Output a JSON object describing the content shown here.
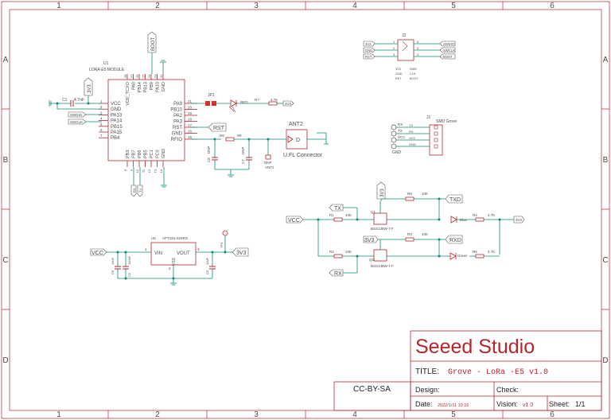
{
  "frame": {
    "columns": [
      "1",
      "2",
      "3",
      "4",
      "5",
      "6"
    ],
    "rows": [
      "A",
      "B",
      "C",
      "D"
    ]
  },
  "title_block": {
    "company": "Seeed Studio",
    "title_label": "TITLE:",
    "title_value": "Grove - LoRa -E5 v1.0",
    "license": "CC-BY-SA",
    "design_label": "Design:",
    "check_label": "Check:",
    "date_label": "Date:",
    "date_value": "2022/1/11 10:16",
    "vision_label": "Vision:",
    "vision_value": "v1.0",
    "sheet_label": "Sheet:",
    "sheet_value": "1/1"
  },
  "u1": {
    "ref": "U1",
    "name": "LORA-E5 MODULE",
    "left_pins": [
      {
        "num": "1",
        "name": "VCC"
      },
      {
        "num": "2",
        "name": "GND"
      },
      {
        "num": "3",
        "name": "PA13"
      },
      {
        "num": "4",
        "name": "PA14"
      },
      {
        "num": "5",
        "name": "PB15"
      },
      {
        "num": "6",
        "name": "PA15"
      },
      {
        "num": "7",
        "name": "PB4"
      }
    ],
    "right_pins": [
      {
        "num": "21",
        "name": "PA9"
      },
      {
        "num": "20",
        "name": "PB10"
      },
      {
        "num": "19",
        "name": "PA2"
      },
      {
        "num": "18",
        "name": "PA3"
      },
      {
        "num": "17",
        "name": "RST"
      },
      {
        "num": "16",
        "name": "GND"
      },
      {
        "num": "15",
        "name": "RFIO"
      }
    ],
    "top_pins": [
      {
        "num": "28",
        "name": "VDD_TCXO"
      },
      {
        "num": "27",
        "name": "PA0"
      },
      {
        "num": "26",
        "name": "PB14"
      },
      {
        "num": "25",
        "name": "PB13"
      },
      {
        "num": "24",
        "name": "PB9"
      },
      {
        "num": "23",
        "name": "PA10"
      },
      {
        "num": "22",
        "name": "GND"
      }
    ],
    "bottom_pins": [
      {
        "num": "8",
        "name": "PB3"
      },
      {
        "num": "9",
        "name": "PB7"
      },
      {
        "num": "10",
        "name": "PB6"
      },
      {
        "num": "11",
        "name": "PB5"
      },
      {
        "num": "12",
        "name": "PC1"
      },
      {
        "num": "13",
        "name": "PC0"
      },
      {
        "num": "14",
        "name": "GND"
      }
    ]
  },
  "labels": {
    "boot": "BOOT",
    "v3_top": "3V3",
    "c1": "C1",
    "c1_val": "4.7nF",
    "swdio": "SWDIO",
    "swclk": "SWCLK",
    "jp1": "JP1",
    "d_red": "RED",
    "r7": "R7",
    "r7_val": "4.7K",
    "v3_red": "3V3",
    "rst": "RST",
    "r6": "R6",
    "r6_val": "0R",
    "c8": "C8",
    "c7": "C7",
    "c8_val": "DNP",
    "c7_val": "DNP",
    "ant1": "ANT1",
    "ant1_val": "DNP",
    "ant2": "ANT2",
    "ant2_label": "U.FL Connector",
    "d_sym": "D",
    "rx_lbl": "RX",
    "tx_lbl": "TX"
  },
  "j2": {
    "ref": "J2",
    "left": [
      "3V3",
      "GND",
      "RST"
    ],
    "right": [
      "SWDIO",
      "SWCLK",
      "BOOT"
    ],
    "nums_left": [
      "1",
      "2",
      "3"
    ],
    "nums_right": [
      "6",
      "5",
      "4"
    ],
    "bottom_labels": [
      "3V3",
      "GND",
      "RST",
      "SWD",
      "CLK",
      "BOOT"
    ]
  },
  "j1": {
    "ref": "J1",
    "name": "SMD Grove",
    "pins": [
      "TX",
      "RX",
      "VCC",
      "GND"
    ],
    "net_labels": [
      "RX",
      "TX",
      "VCC",
      "GND"
    ]
  },
  "level_shifter": {
    "vcc": "VCC",
    "tx": "TX",
    "rx": "RX",
    "v3_1": "3V3",
    "v3_2": "3V3",
    "txd": "TXD",
    "rxd": "RXD",
    "r1": "R1",
    "r1_val": "10K",
    "r2": "R2",
    "r2_val": "10K",
    "r8": "R8",
    "r8_val": "10K",
    "r3": "R3",
    "r3_val": "10K",
    "r4": "R4",
    "r4_val": "4.7K",
    "r5": "R5",
    "r5_val": "4.7K",
    "q1": "Q1",
    "q1_val": "BSS138W-7-F",
    "q2": "Q2",
    "q2_val": "BSS138W-7-F",
    "blue": "Blue",
    "green": "Green",
    "v3_right": "3V3"
  },
  "regulator": {
    "ref": "U5",
    "part": "AP7333-33SRG",
    "vin": "VIN",
    "vout": "VOUT",
    "vss": "VSS",
    "pin1": "1",
    "pin2": "2",
    "pin3": "3",
    "vcc": "VCC",
    "v3": "3V3",
    "c_in1": "C6",
    "c_in1_val": "10uF",
    "c_in2": "C2",
    "c_in2_val": "100nF",
    "c_out": "C5",
    "c_out_val": "10uF",
    "tp": "TP4"
  }
}
